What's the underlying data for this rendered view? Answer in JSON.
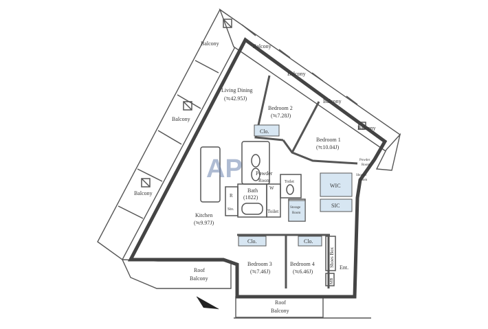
{
  "logo": "AP",
  "colors": {
    "closet": "#d7e6f2",
    "wall": "#444444",
    "logo": "#6f86b0"
  },
  "rooms": {
    "living_dining": {
      "name": "Living Dining",
      "area": "(≒42.95J)"
    },
    "bedroom1": {
      "name": "Bedroom 1",
      "area": "(≒10.04J)"
    },
    "bedroom2": {
      "name": "Bedroom 2",
      "area": "(≒7.28J)"
    },
    "bedroom3": {
      "name": "Bedroom 3",
      "area": "(≒7.46J)"
    },
    "bedroom4": {
      "name": "Bedroom 4",
      "area": "(≒6.46J)"
    },
    "kitchen": {
      "name": "Kitchen",
      "area": "(≒9.97J)"
    },
    "bath": {
      "name": "Bath",
      "size": "(1822)"
    },
    "powder_room": {
      "name": "Powder",
      "line2": "Room"
    },
    "powder_room_small": {
      "name": "Powder",
      "line2": "Room"
    },
    "shower_room": {
      "name": "Shower",
      "line2": "Room"
    },
    "storage_room": {
      "name": "Storage",
      "line2": "Room"
    },
    "wic": "WIC",
    "sic": "SIC",
    "toilet_upper": "Toilet",
    "toilet_lower": "Toilet",
    "wc": "W",
    "refrigerator": "R",
    "sto": "Sto.",
    "shoes_box": "Shoes Box",
    "mb": "MB",
    "entrance": "Ent.",
    "clo_bedroom2": "Clo.",
    "clo_bedroom3": "Clo.",
    "clo_bedroom4": "Clo."
  },
  "balconies": {
    "left_top": "Balcony",
    "left_middle": "Balcony",
    "left_bottom": "Balcony",
    "top_1": "Balcony",
    "top_2": "Balcony",
    "top_3": "Balcony",
    "top_4": "Balcony",
    "roof_left": {
      "line1": "Roof",
      "line2": "Balcony"
    },
    "roof_bottom": {
      "line1": "Roof",
      "line2": "Balcony"
    }
  }
}
